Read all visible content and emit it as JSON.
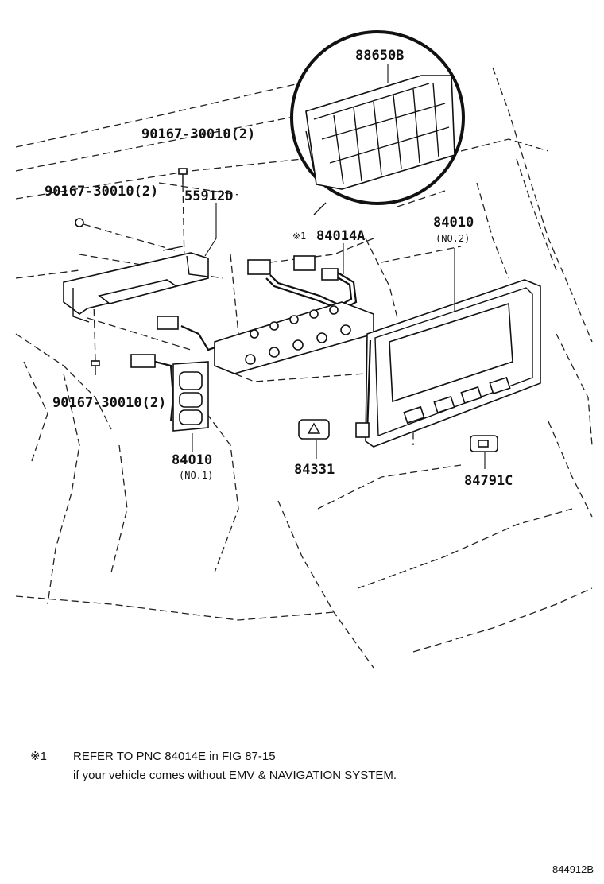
{
  "parts": {
    "relay_block": "88650B",
    "bolt_upper": "90167-30010(2)",
    "bolt_left": "90167-30010(2)",
    "bolt_lower": "90167-30010(2)",
    "bracket": "55912D",
    "wire_harness": "84014A",
    "wire_harness_prefix": "※1",
    "switch_no2": "84010",
    "switch_no2_sub": "(NO.2)",
    "switch_no1": "84010",
    "switch_no1_sub": "(NO.1)",
    "hazard_switch": "84331",
    "switch_small": "84791C"
  },
  "note": {
    "marker": "※1",
    "line1": "REFER TO PNC 84014E in FIG 87-15",
    "line2": "if your vehicle comes without EMV & NAVIGATION SYSTEM."
  },
  "figure_code": "844912B"
}
